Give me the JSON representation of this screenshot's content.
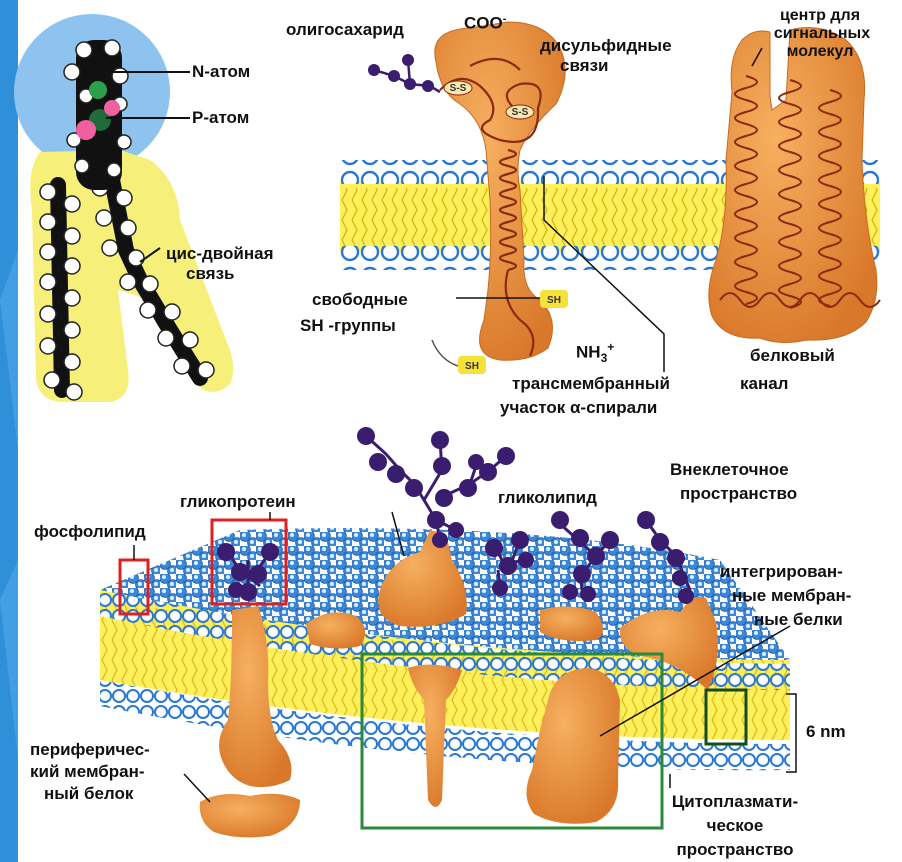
{
  "labels": {
    "n_atom": "N-атом",
    "p_atom": "P-атом",
    "cis_bond_1": "цис-двойная",
    "cis_bond_2": "связь",
    "oligosaccharide": "олигосахарид",
    "coo": "COO",
    "coo_sup": "-",
    "disulfide_1": "дисульфидные",
    "disulfide_2": "связи",
    "signal_center_1": "центр для",
    "signal_center_2": "сигнальных",
    "signal_center_3": "молекул",
    "free_sh_1": "свободные",
    "free_sh_2": "SH -группы",
    "nh3": "NH",
    "nh3_sub": "3",
    "nh3_sup": "+",
    "protein_channel_1": "белковый",
    "protein_channel_2": "канал",
    "transmembrane_1": "трансмембранный",
    "transmembrane_2": "участок α-спирали",
    "sh_group": "SH",
    "ss_bond": "S-S",
    "glycoprotein": "гликопротеин",
    "glycolipid": "гликолипид",
    "phospholipid": "фосфолипид",
    "extracellular_1": "Внеклеточное",
    "extracellular_2": "пространство",
    "integral_1": "интегрирован-",
    "integral_2": "ные мембран-",
    "integral_3": "ные белки",
    "thickness": "6 nm",
    "peripheral_1": "периферичес-",
    "peripheral_2": "кий мембран-",
    "peripheral_3": "ный белок",
    "cytoplasmic_1": "Цитоплазмати-",
    "cytoplasmic_2": "ческое",
    "cytoplasmic_3": "пространство"
  },
  "colors": {
    "background": "#2f8fd8",
    "head_sphere": "#8dc3ee",
    "tail_halo": "#f6f07a",
    "bilayer_core": "#ffef5a",
    "lipid_head": "#3a88d8",
    "protein": "#e4893a",
    "sugar": "#3a1d6e",
    "helix": "#8a2a10",
    "sh_tag": "#f4e23a",
    "red_box": "#e02020",
    "green_box": "#2a8a3a",
    "dark_green_box": "#104e20"
  }
}
